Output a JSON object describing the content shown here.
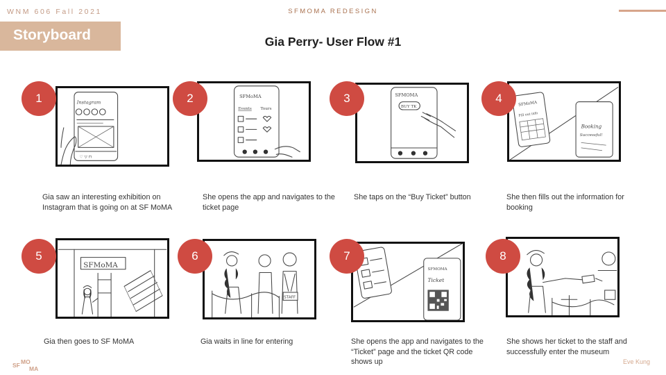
{
  "header": {
    "course": "WNM 606 Fall 2021",
    "project": "SFMOMA REDESIGN",
    "accent_color": "#d7a58b"
  },
  "section_label": "Storyboard",
  "page_title": "Gia Perry- User Flow #1",
  "badge_color": "#cf4b42",
  "steps": [
    {
      "number": "1",
      "sketch": "phone-instagram-sketch",
      "caption": "Gia saw an interesting exhibition on Instagram that is going on at SF MoMA"
    },
    {
      "number": "2",
      "sketch": "app-ticket-page-sketch",
      "caption": "She opens the app and navigates to the ticket page"
    },
    {
      "number": "3",
      "sketch": "buy-ticket-tap-sketch",
      "caption": "She taps on the “Buy Ticket” button"
    },
    {
      "number": "4",
      "sketch": "booking-form-sketch",
      "caption": "She then fills out the information for booking"
    },
    {
      "number": "5",
      "sketch": "museum-entrance-sketch",
      "caption": "Gia then goes to SF MoMA"
    },
    {
      "number": "6",
      "sketch": "waiting-in-line-sketch",
      "caption": "Gia waits in line for entering"
    },
    {
      "number": "7",
      "sketch": "ticket-qr-code-sketch",
      "caption": "She opens the app and navigates to the “Ticket” page and the ticket QR code shows up"
    },
    {
      "number": "8",
      "sketch": "show-ticket-staff-sketch",
      "caption": "She shows her ticket to the staff and successfully enter the museum"
    }
  ],
  "sketch_text": {
    "frame1_app": "Instagram",
    "frame2_header": "SFMoMA",
    "frame2_tab1": "Events",
    "frame2_tab2": "Tours",
    "frame3_header": "SFMOMA",
    "frame3_button": "BUY TK",
    "frame4_header": "SFMoMA",
    "frame4_field": "Fill out info",
    "frame4_heading": "Booking",
    "frame4_status": "Successful!",
    "frame5_sign": "SFMoMA",
    "frame6_badge": "STAFF",
    "frame7_header": "SFMOMA",
    "frame7_label": "Ticket"
  },
  "footer": {
    "logo_line1": "SF",
    "logo_line2": "MO",
    "logo_line3": "MA",
    "author": "Eve Kung"
  }
}
